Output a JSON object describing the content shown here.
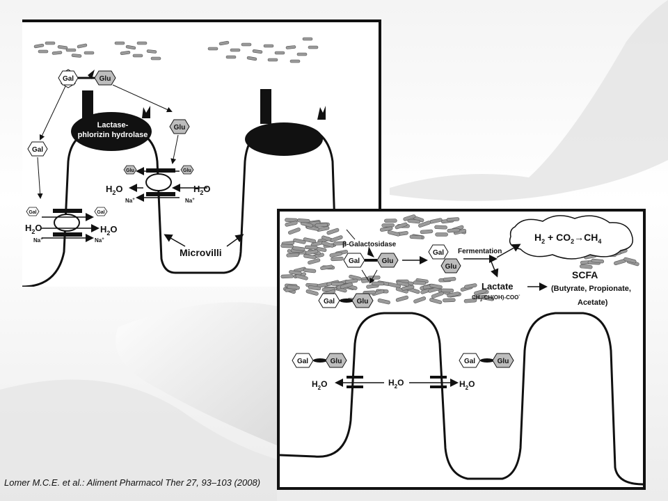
{
  "top_panel": {
    "gal": "Gal",
    "glu": "Glu",
    "enzyme_line1": "Lactase-",
    "enzyme_line2": "phlorizin hydrolase",
    "water": "H",
    "water_sub": "2",
    "water_o": "O",
    "sodium": "Na",
    "sodium_sup": "+",
    "microvilli": "Microvilli"
  },
  "bottom_panel": {
    "beta_galactosidase": "β-Galactosidase",
    "gal": "Gal",
    "glu": "Glu",
    "fermentation": "Fermentation",
    "gas_h": "H",
    "gas_h_sub": "2",
    "gas_plus": " + CO",
    "gas_co_sub": "2",
    "gas_arrow": "→CH",
    "gas_ch_sub": "4",
    "lactate": "Lactate",
    "lactate_formula": "CH",
    "lactate_formula_sub": "3",
    "lactate_formula_rest": "-CH(OH)-COO",
    "lactate_formula_sup": "-",
    "scfa": "SCFA",
    "scfa_line1": "(Butyrate, Propionate,",
    "scfa_line2": "Acetate)",
    "water": "H",
    "water_sub": "2",
    "water_o": "O"
  },
  "citation": "Lomer M.C.E. et al.: Aliment Pharmacol Ther 27, 93–103 (2008)",
  "colors": {
    "bacteria": "#9a9a9a",
    "hexagon_glu": "#bdbdbd",
    "hexagon_gal": "#ffffff",
    "ink": "#111111"
  },
  "icons": [
    "bacteria-cluster",
    "hexagon",
    "transporter-channel",
    "arrow"
  ]
}
